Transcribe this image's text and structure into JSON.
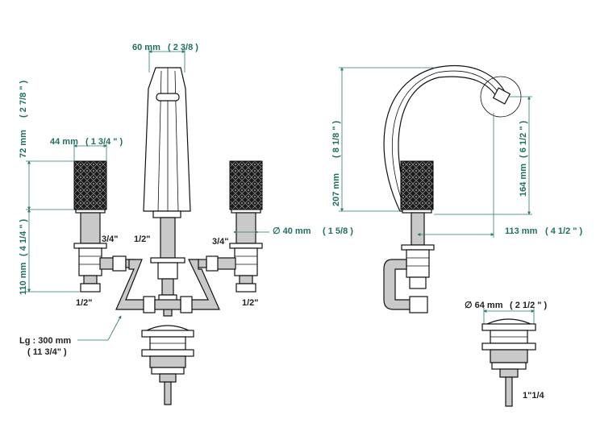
{
  "diagram": {
    "colors": {
      "dimension": "#1f6f60",
      "label": "#1f1f1f",
      "pipe": "#c9c9c9",
      "handle": "#1b1b1b"
    },
    "front_view": {
      "dim_spout_width": "60 mm",
      "dim_spout_width_in": "( 2 3/8 )",
      "dim_handle_width": "44 mm",
      "dim_handle_width_in": "( 1 3/4 \" )",
      "dim_handle_height": "72 mm",
      "dim_handle_height_in": "( 2 7/8 \" )",
      "dim_body_height": "110 mm",
      "dim_body_height_in": "( 4 1/4 \" )",
      "dim_hole_diameter": "∅ 40 mm",
      "dim_hole_diameter_in": "( 1 5/8 )",
      "left_thread_top": "3/4\"",
      "left_thread_bottom": "1/2\"",
      "center_thread": "1/2\"",
      "right_thread_top": "3/4\"",
      "right_thread_bottom": "1/2\"",
      "hose_length": "Lg : 300 mm",
      "hose_length_in": "( 11 3/4\" )"
    },
    "side_view": {
      "dim_total_height": "207 mm",
      "dim_total_height_in": "( 8 1/8 \" )",
      "dim_outlet_height": "164 mm",
      "dim_outlet_height_in": "( 6 1/2 \" )",
      "dim_reach": "113 mm",
      "dim_reach_in": "( 4 1/2 \" )"
    },
    "drain": {
      "dim_diameter": "∅ 64 mm",
      "dim_diameter_in": "( 2 1/2 \" )",
      "thread": "1\"1/4"
    }
  }
}
